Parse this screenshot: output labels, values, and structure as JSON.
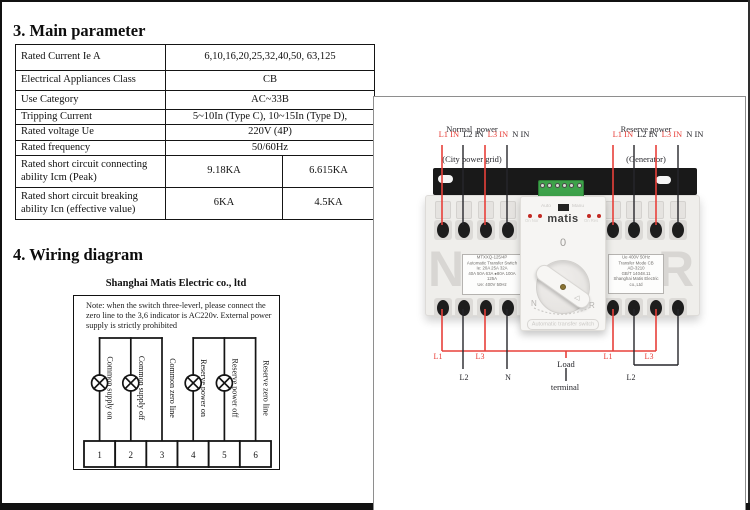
{
  "headings": {
    "main_parameter": "3. Main parameter",
    "wiring_diagram": "4. Wiring diagram"
  },
  "parameter_table": {
    "rows": [
      {
        "label": "Rated Current Ie A",
        "value": "6,10,16,20,25,32,40,50, 63,125"
      },
      {
        "label": "Electrical Appliances Class",
        "value": "CB"
      },
      {
        "label": "Use Category",
        "value": "AC~33B"
      },
      {
        "label": "Tripping Current",
        "value": "5~10In (Type C), 10~15In (Type D),"
      },
      {
        "label": "Rated voltage Ue",
        "value": "220V (4P)"
      },
      {
        "label": "Rated frequency",
        "value": "50/60Hz"
      },
      {
        "label": "Rated short circuit connecting ability Icm (Peak)",
        "value_left": "9.18KA",
        "value_right": "6.615KA"
      },
      {
        "label": "Rated short circuit breaking ability Icn (effective value)",
        "value_left": "6KA",
        "value_right": "4.5KA"
      }
    ]
  },
  "wiring": {
    "company": "Shanghai Matis Electric co., ltd",
    "note_lines": [
      "Note: when the switch three-leverl, please connect the",
      "zero line to the 3,6 indicator is AC220v. External power",
      "supply is strictly prohibited"
    ],
    "columns": [
      {
        "number": "1",
        "label": "Common supply on"
      },
      {
        "number": "2",
        "label": "Common supply off"
      },
      {
        "number": "3",
        "label": "Common zero line"
      },
      {
        "number": "4",
        "label": "Reserve power on"
      },
      {
        "number": "5",
        "label": "Reserve power off"
      },
      {
        "number": "6",
        "label": "Reserve zero line"
      }
    ]
  },
  "photo": {
    "normal_power_title": "Normal  power",
    "normal_power_sub": "(City power grid)",
    "reserve_power_title": "Reserve power",
    "reserve_power_sub": "(Generator)",
    "in_labels": [
      "L1 IN",
      "L2 IN",
      "L3 IN",
      "N IN"
    ],
    "bottom": {
      "l1": "L1",
      "l2": "L2",
      "l3": "L3",
      "n": "N",
      "load": "Load",
      "terminal": "terminal"
    },
    "device": {
      "brand": "matis",
      "left_pole_letter": "N",
      "right_pole_letter": "R",
      "mode_auto": "Auto",
      "mode_manu": "Manu",
      "led_left": "On Nor",
      "led_right": "On Res",
      "knob_position": "0",
      "knob_n": "N",
      "knob_arrow": "◁",
      "knob_r": "R",
      "left_spec_lines": [
        "MTXXQ-125/4P",
        "Automatic Transfer Switch",
        "Ie:  20A  25A  32A",
        "40A 50A 63A ●80A 100A 125A",
        "Ue:  400V    50Hz"
      ],
      "right_spec_lines": [
        "Ue  400V  50Hz",
        "Transfer Mode  CB",
        "AD-3210",
        "GB/T  14048.11",
        "Shanghai Matis Electric co.,Ltd"
      ],
      "bottom_label": "Automatic transfer switch"
    }
  },
  "colors": {
    "annotation_red": "#e8403a",
    "line_black": "#26262b"
  }
}
